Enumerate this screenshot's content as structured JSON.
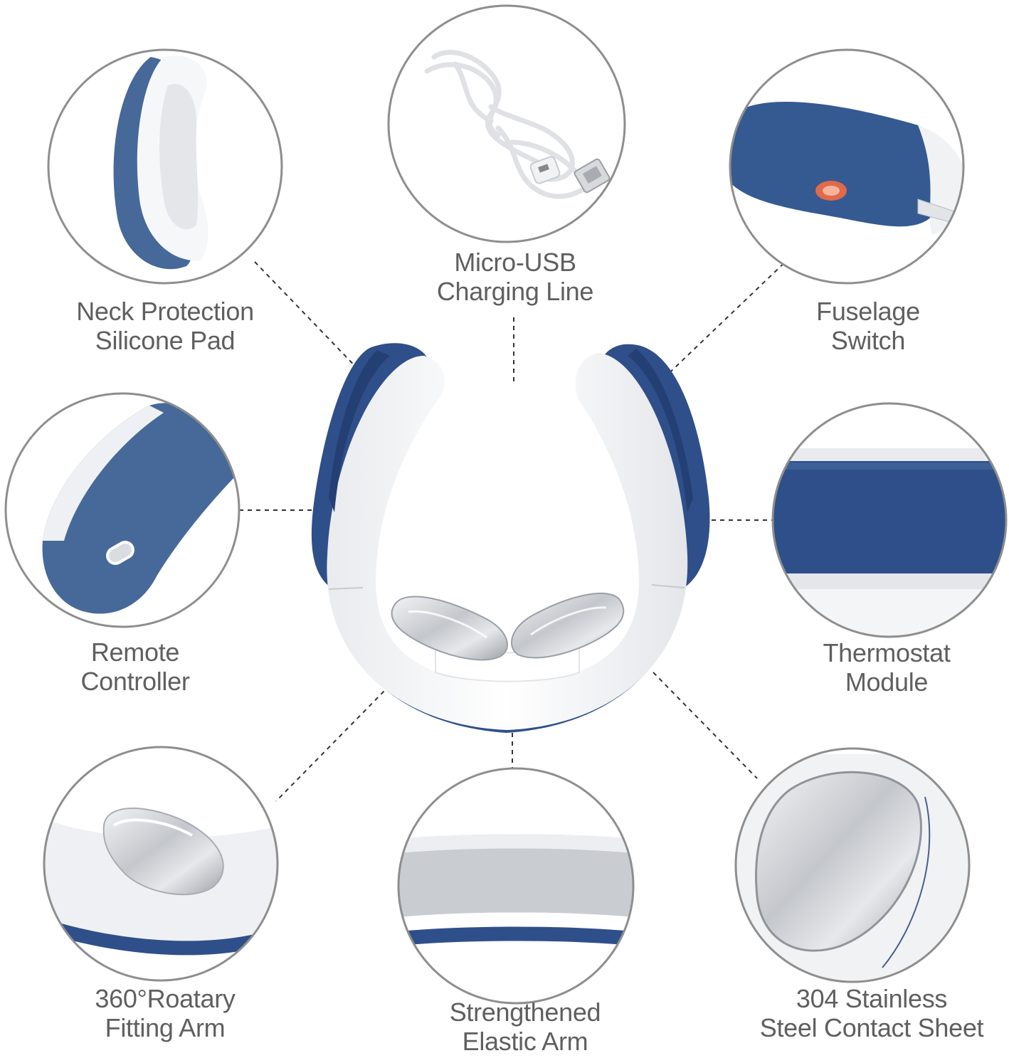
{
  "colors": {
    "navy": "#2f4f8a",
    "navy_dark": "#243f73",
    "slate_blue": "#46699a",
    "white_shell": "#f4f5f7",
    "silver": "#c9ccd1",
    "circle_border": "#8e8e8e",
    "label_text": "#5f5f5f"
  },
  "callouts": [
    {
      "id": "neck-pad",
      "lines": [
        "Neck Protection",
        "Silicone Pad"
      ]
    },
    {
      "id": "usb-line",
      "lines": [
        "Micro-USB",
        "Charging Line"
      ]
    },
    {
      "id": "fuselage-switch",
      "lines": [
        "Fuselage",
        "Switch"
      ]
    },
    {
      "id": "remote-controller",
      "lines": [
        "Remote",
        "Controller"
      ]
    },
    {
      "id": "thermostat",
      "lines": [
        "Thermostat",
        "Module"
      ]
    },
    {
      "id": "rotary-arm",
      "lines": [
        "360°Roatary",
        "Fitting Arm"
      ]
    },
    {
      "id": "elastic-arm",
      "lines": [
        "Strengthened",
        "Elastic Arm"
      ]
    },
    {
      "id": "steel-sheet",
      "lines": [
        "304 Stainless",
        "Steel Contact Sheet"
      ]
    }
  ]
}
